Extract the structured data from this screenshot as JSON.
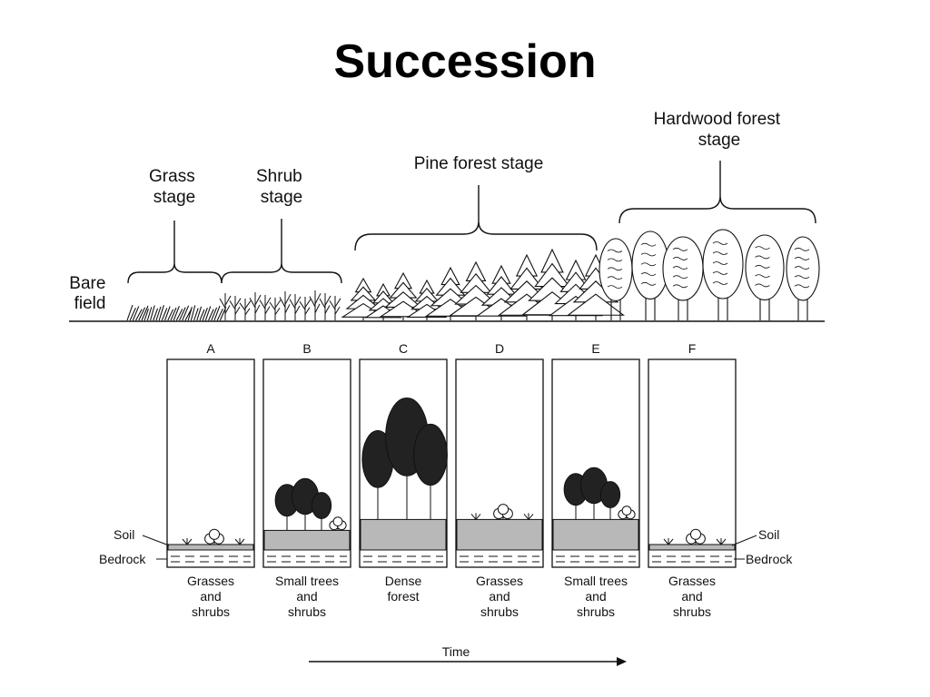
{
  "title": "Succession",
  "stages": [
    {
      "id": "bare",
      "lines": [
        "Bare",
        "field"
      ]
    },
    {
      "id": "grass",
      "lines": [
        "Grass",
        "stage"
      ]
    },
    {
      "id": "shrub",
      "lines": [
        "Shrub",
        "stage"
      ]
    },
    {
      "id": "pine",
      "lines": [
        "Pine forest stage"
      ]
    },
    {
      "id": "hardwood",
      "lines": [
        "Hardwood forest",
        "stage"
      ]
    }
  ],
  "panels": [
    {
      "letter": "A",
      "caption": [
        "Grasses",
        "and",
        "shrubs"
      ],
      "soil_level": 0.1
    },
    {
      "letter": "B",
      "caption": [
        "Small trees",
        "and",
        "shrubs"
      ],
      "soil_level": 0.45
    },
    {
      "letter": "C",
      "caption": [
        "Dense",
        "forest"
      ],
      "soil_level": 0.7
    },
    {
      "letter": "D",
      "caption": [
        "Grasses",
        "and",
        "shrubs"
      ],
      "soil_level": 0.7
    },
    {
      "letter": "E",
      "caption": [
        "Small trees",
        "and",
        "shrubs"
      ],
      "soil_level": 0.7
    },
    {
      "letter": "F",
      "caption": [
        "Grasses",
        "and",
        "shrubs"
      ],
      "soil_level": 0.1
    }
  ],
  "soil_label": "Soil",
  "bedrock_label": "Bedrock",
  "time_label": "Time",
  "colors": {
    "soil": "#b8b8b8",
    "line": "#111111"
  }
}
